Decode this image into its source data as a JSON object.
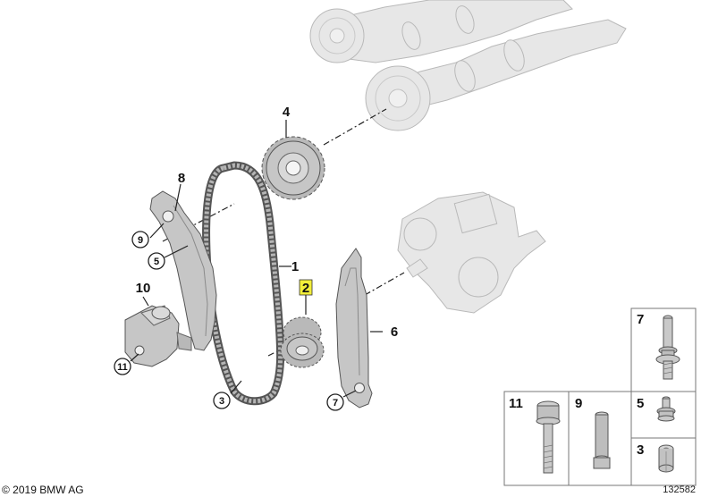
{
  "callouts": {
    "p1": "1",
    "p2": "2",
    "p3": "3",
    "p4": "4",
    "p5": "5",
    "p6": "6",
    "p7": "7",
    "p8": "8",
    "p9": "9",
    "p10": "10",
    "p11": "11"
  },
  "legend": {
    "item7": "7",
    "item11": "11",
    "item9": "9",
    "item5": "5",
    "item3": "3"
  },
  "highlight_color": "#f2ee3a",
  "footer": {
    "copyright": "© 2019 BMW AG",
    "diagram_id": "132582"
  }
}
